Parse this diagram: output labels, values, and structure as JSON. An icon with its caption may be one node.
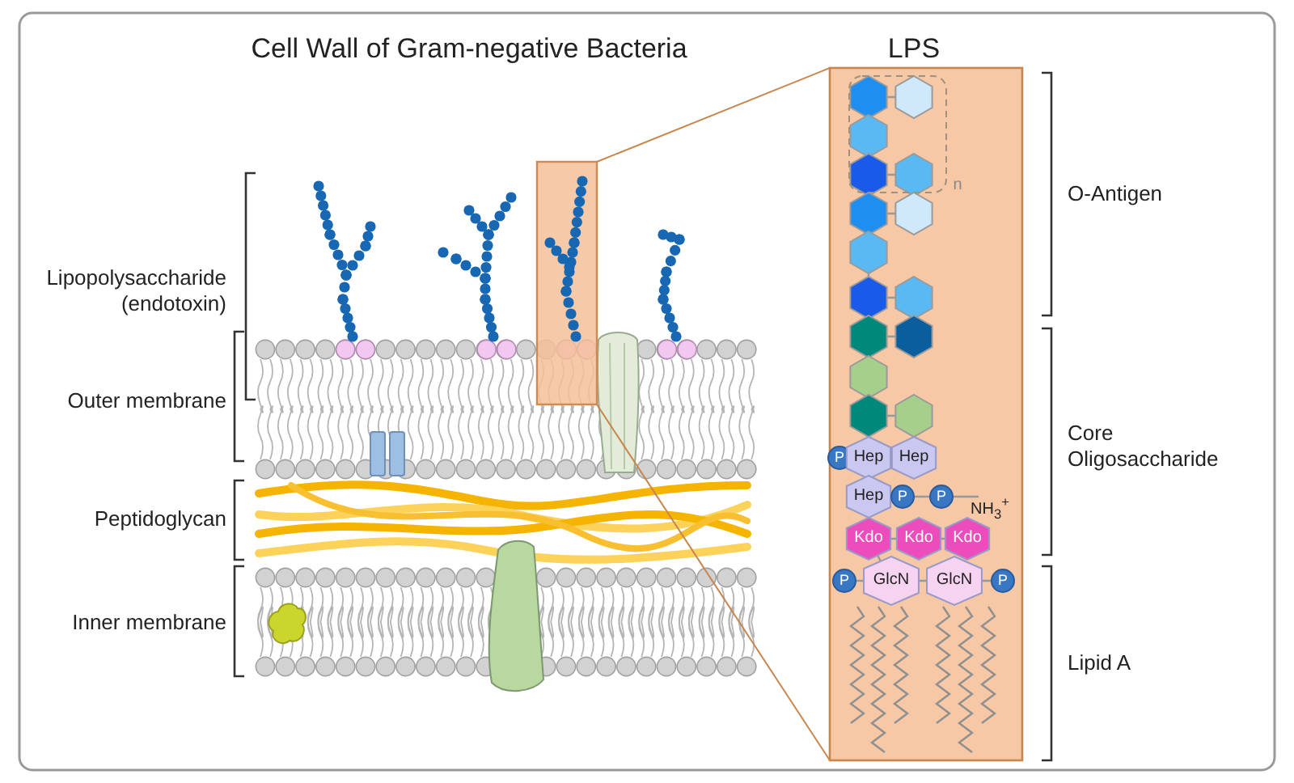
{
  "diagram": {
    "title": "Cell Wall of Gram-negative Bacteria",
    "labels": [
      "LPS",
      "Lipopolysaccharide (endotoxin)",
      "O-Antigen",
      "n",
      "Outer membrane",
      "Core Oligosaccharide",
      "P",
      "Hep",
      "Hep",
      "Hep",
      "P",
      "P",
      "NH$_{3}$$^{+}$",
      "Peptidoglycan",
      "Kdo",
      "Kdo",
      "Kdo",
      "P",
      "GlcN",
      "GlcN",
      "P",
      "Inner membrane",
      "Lipid A"
    ]
  }
}
